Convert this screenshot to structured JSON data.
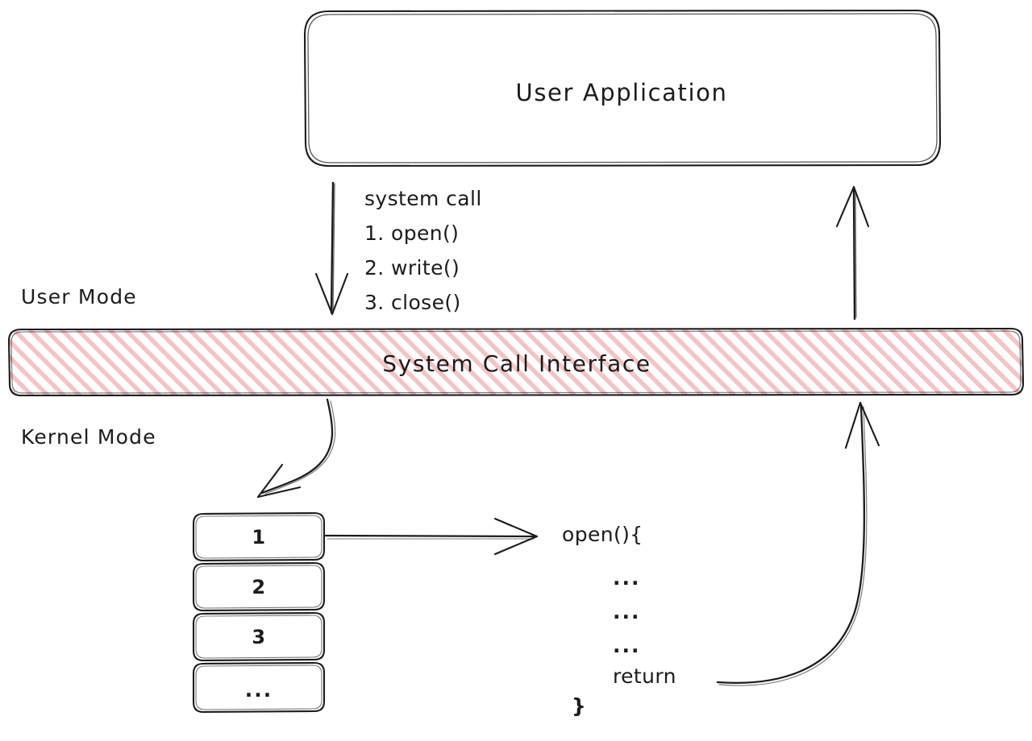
{
  "diagram": {
    "title_text": "User Application",
    "interface_bar_label": "System Call Interface",
    "mode_labels": {
      "user": "User Mode",
      "kernel": "Kernel Mode"
    },
    "syscall_annotation": {
      "heading": "system call",
      "steps": [
        "1. open()",
        "2. write()",
        "3. close()"
      ]
    },
    "stack_boxes": [
      {
        "label": "1"
      },
      {
        "label": "2"
      },
      {
        "label": "3"
      },
      {
        "label": "..."
      }
    ],
    "code_block": {
      "open_line": "open(){",
      "body_lines": [
        "...",
        "...",
        "..."
      ],
      "return_line": "return",
      "close_line": "}"
    },
    "colors": {
      "stroke": "#1c1c1c",
      "hatch": "#f2b8bb",
      "hatch_bg": "#ffffff",
      "text": "#1c1c1c",
      "background": "#ffffff"
    },
    "icons": {
      "arrow_down_syscall": "arrow-down-icon",
      "arrow_up_return_to_app": "arrow-up-icon",
      "arrow_curve_to_stack": "curved-arrow-down-left-icon",
      "arrow_right_to_code": "arrow-right-icon",
      "arrow_curve_return": "curved-arrow-up-icon"
    }
  }
}
